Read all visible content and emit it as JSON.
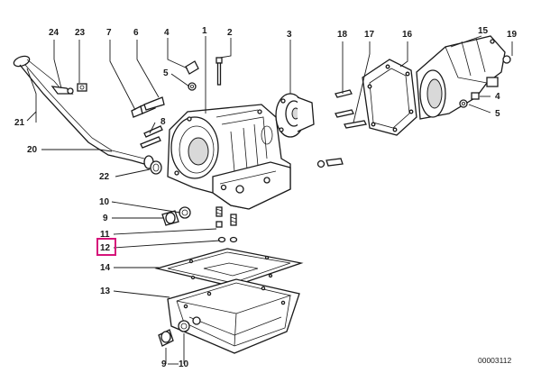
{
  "diagram": {
    "drawing_number": "00003112",
    "highlight_color": "#d6137a",
    "highlighted_part": "12",
    "callouts": [
      {
        "id": "c1",
        "label": "1"
      },
      {
        "id": "c2",
        "label": "2"
      },
      {
        "id": "c3",
        "label": "3"
      },
      {
        "id": "c4a",
        "label": "4"
      },
      {
        "id": "c5a",
        "label": "5"
      },
      {
        "id": "c6",
        "label": "6"
      },
      {
        "id": "c7",
        "label": "7"
      },
      {
        "id": "c8",
        "label": "8"
      },
      {
        "id": "c10a",
        "label": "10"
      },
      {
        "id": "c9a",
        "label": "9"
      },
      {
        "id": "c11",
        "label": "11"
      },
      {
        "id": "c12",
        "label": "12"
      },
      {
        "id": "c13",
        "label": "13"
      },
      {
        "id": "c14",
        "label": "14"
      },
      {
        "id": "c15",
        "label": "15"
      },
      {
        "id": "c16",
        "label": "16"
      },
      {
        "id": "c17",
        "label": "17"
      },
      {
        "id": "c18",
        "label": "18"
      },
      {
        "id": "c19",
        "label": "19"
      },
      {
        "id": "c20",
        "label": "20"
      },
      {
        "id": "c21",
        "label": "21"
      },
      {
        "id": "c22",
        "label": "22"
      },
      {
        "id": "c23",
        "label": "23"
      },
      {
        "id": "c24",
        "label": "24"
      },
      {
        "id": "c4b",
        "label": "4"
      },
      {
        "id": "c5b",
        "label": "5"
      },
      {
        "id": "c9b",
        "label": "9"
      },
      {
        "id": "c10b",
        "label": "10"
      }
    ]
  }
}
